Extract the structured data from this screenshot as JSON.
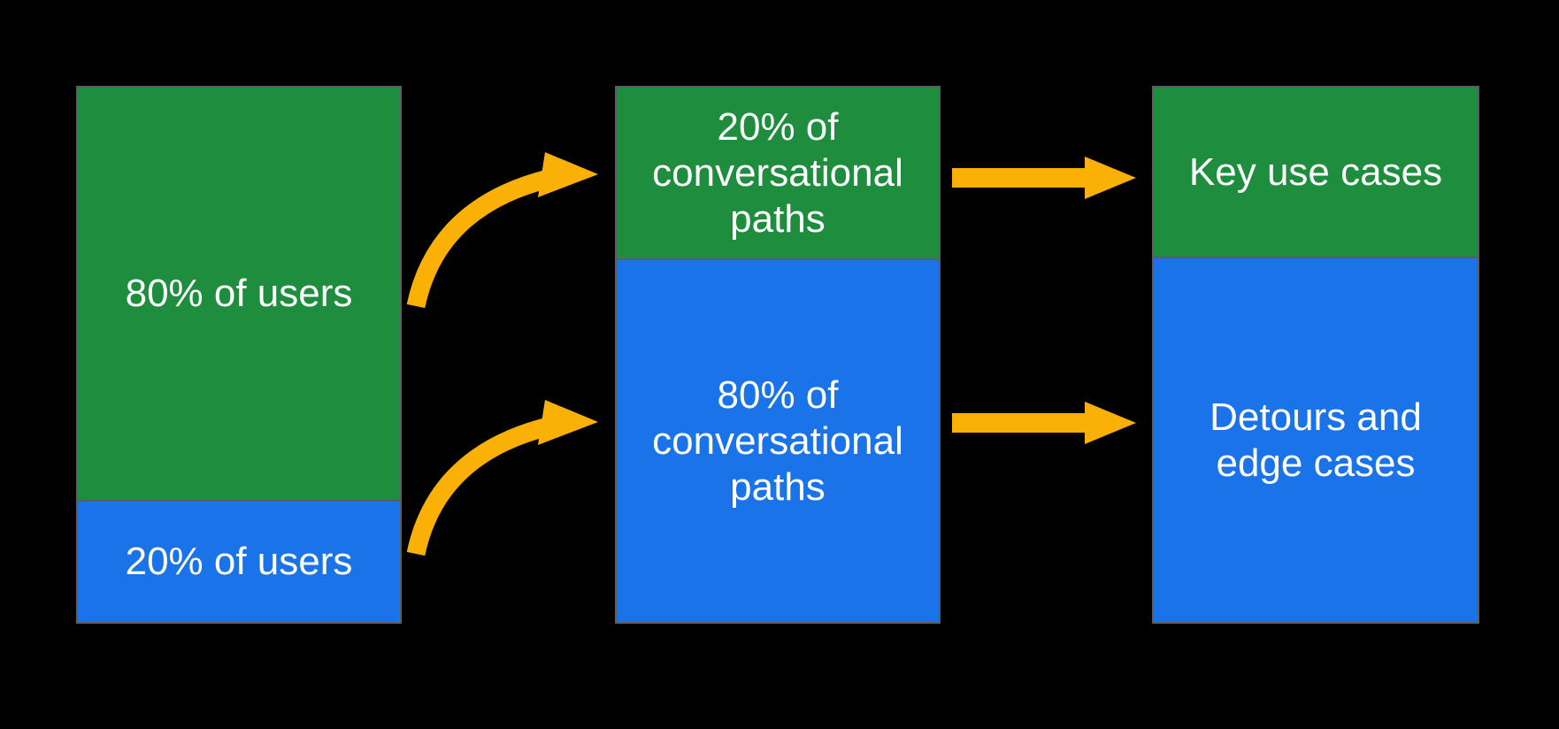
{
  "diagram": {
    "background_color": "#000000",
    "border_color": "#5a5d61",
    "text_color": "#ffffff",
    "palette": {
      "green": "#1e8e3e",
      "blue": "#1a73e8",
      "arrow_yellow": "#FAB005"
    },
    "columns": [
      {
        "name": "users",
        "segments": [
          {
            "id": "users-majority",
            "color": "green",
            "lines": [
              "80% of users"
            ]
          },
          {
            "id": "users-minority",
            "color": "blue",
            "lines": [
              "20% of users"
            ]
          }
        ]
      },
      {
        "name": "conversational-paths",
        "segments": [
          {
            "id": "paths-key",
            "color": "green",
            "lines": [
              "20% of",
              "conversational",
              "paths"
            ]
          },
          {
            "id": "paths-longtail",
            "color": "blue",
            "lines": [
              "80% of",
              "conversational",
              "paths"
            ]
          }
        ]
      },
      {
        "name": "outcomes",
        "segments": [
          {
            "id": "outcomes-key",
            "color": "green",
            "lines": [
              "Key use cases"
            ]
          },
          {
            "id": "outcomes-detours",
            "color": "blue",
            "lines": [
              "Detours and",
              "edge cases"
            ]
          }
        ]
      }
    ],
    "arrows": [
      {
        "type": "curved",
        "from": "80% of users",
        "to": "20% of conversational paths"
      },
      {
        "type": "curved",
        "from": "20% of users",
        "to": "80% of conversational paths"
      },
      {
        "type": "straight",
        "from": "20% of conversational paths",
        "to": "Key use cases"
      },
      {
        "type": "straight",
        "from": "80% of conversational paths",
        "to": "Detours and edge cases"
      }
    ]
  }
}
